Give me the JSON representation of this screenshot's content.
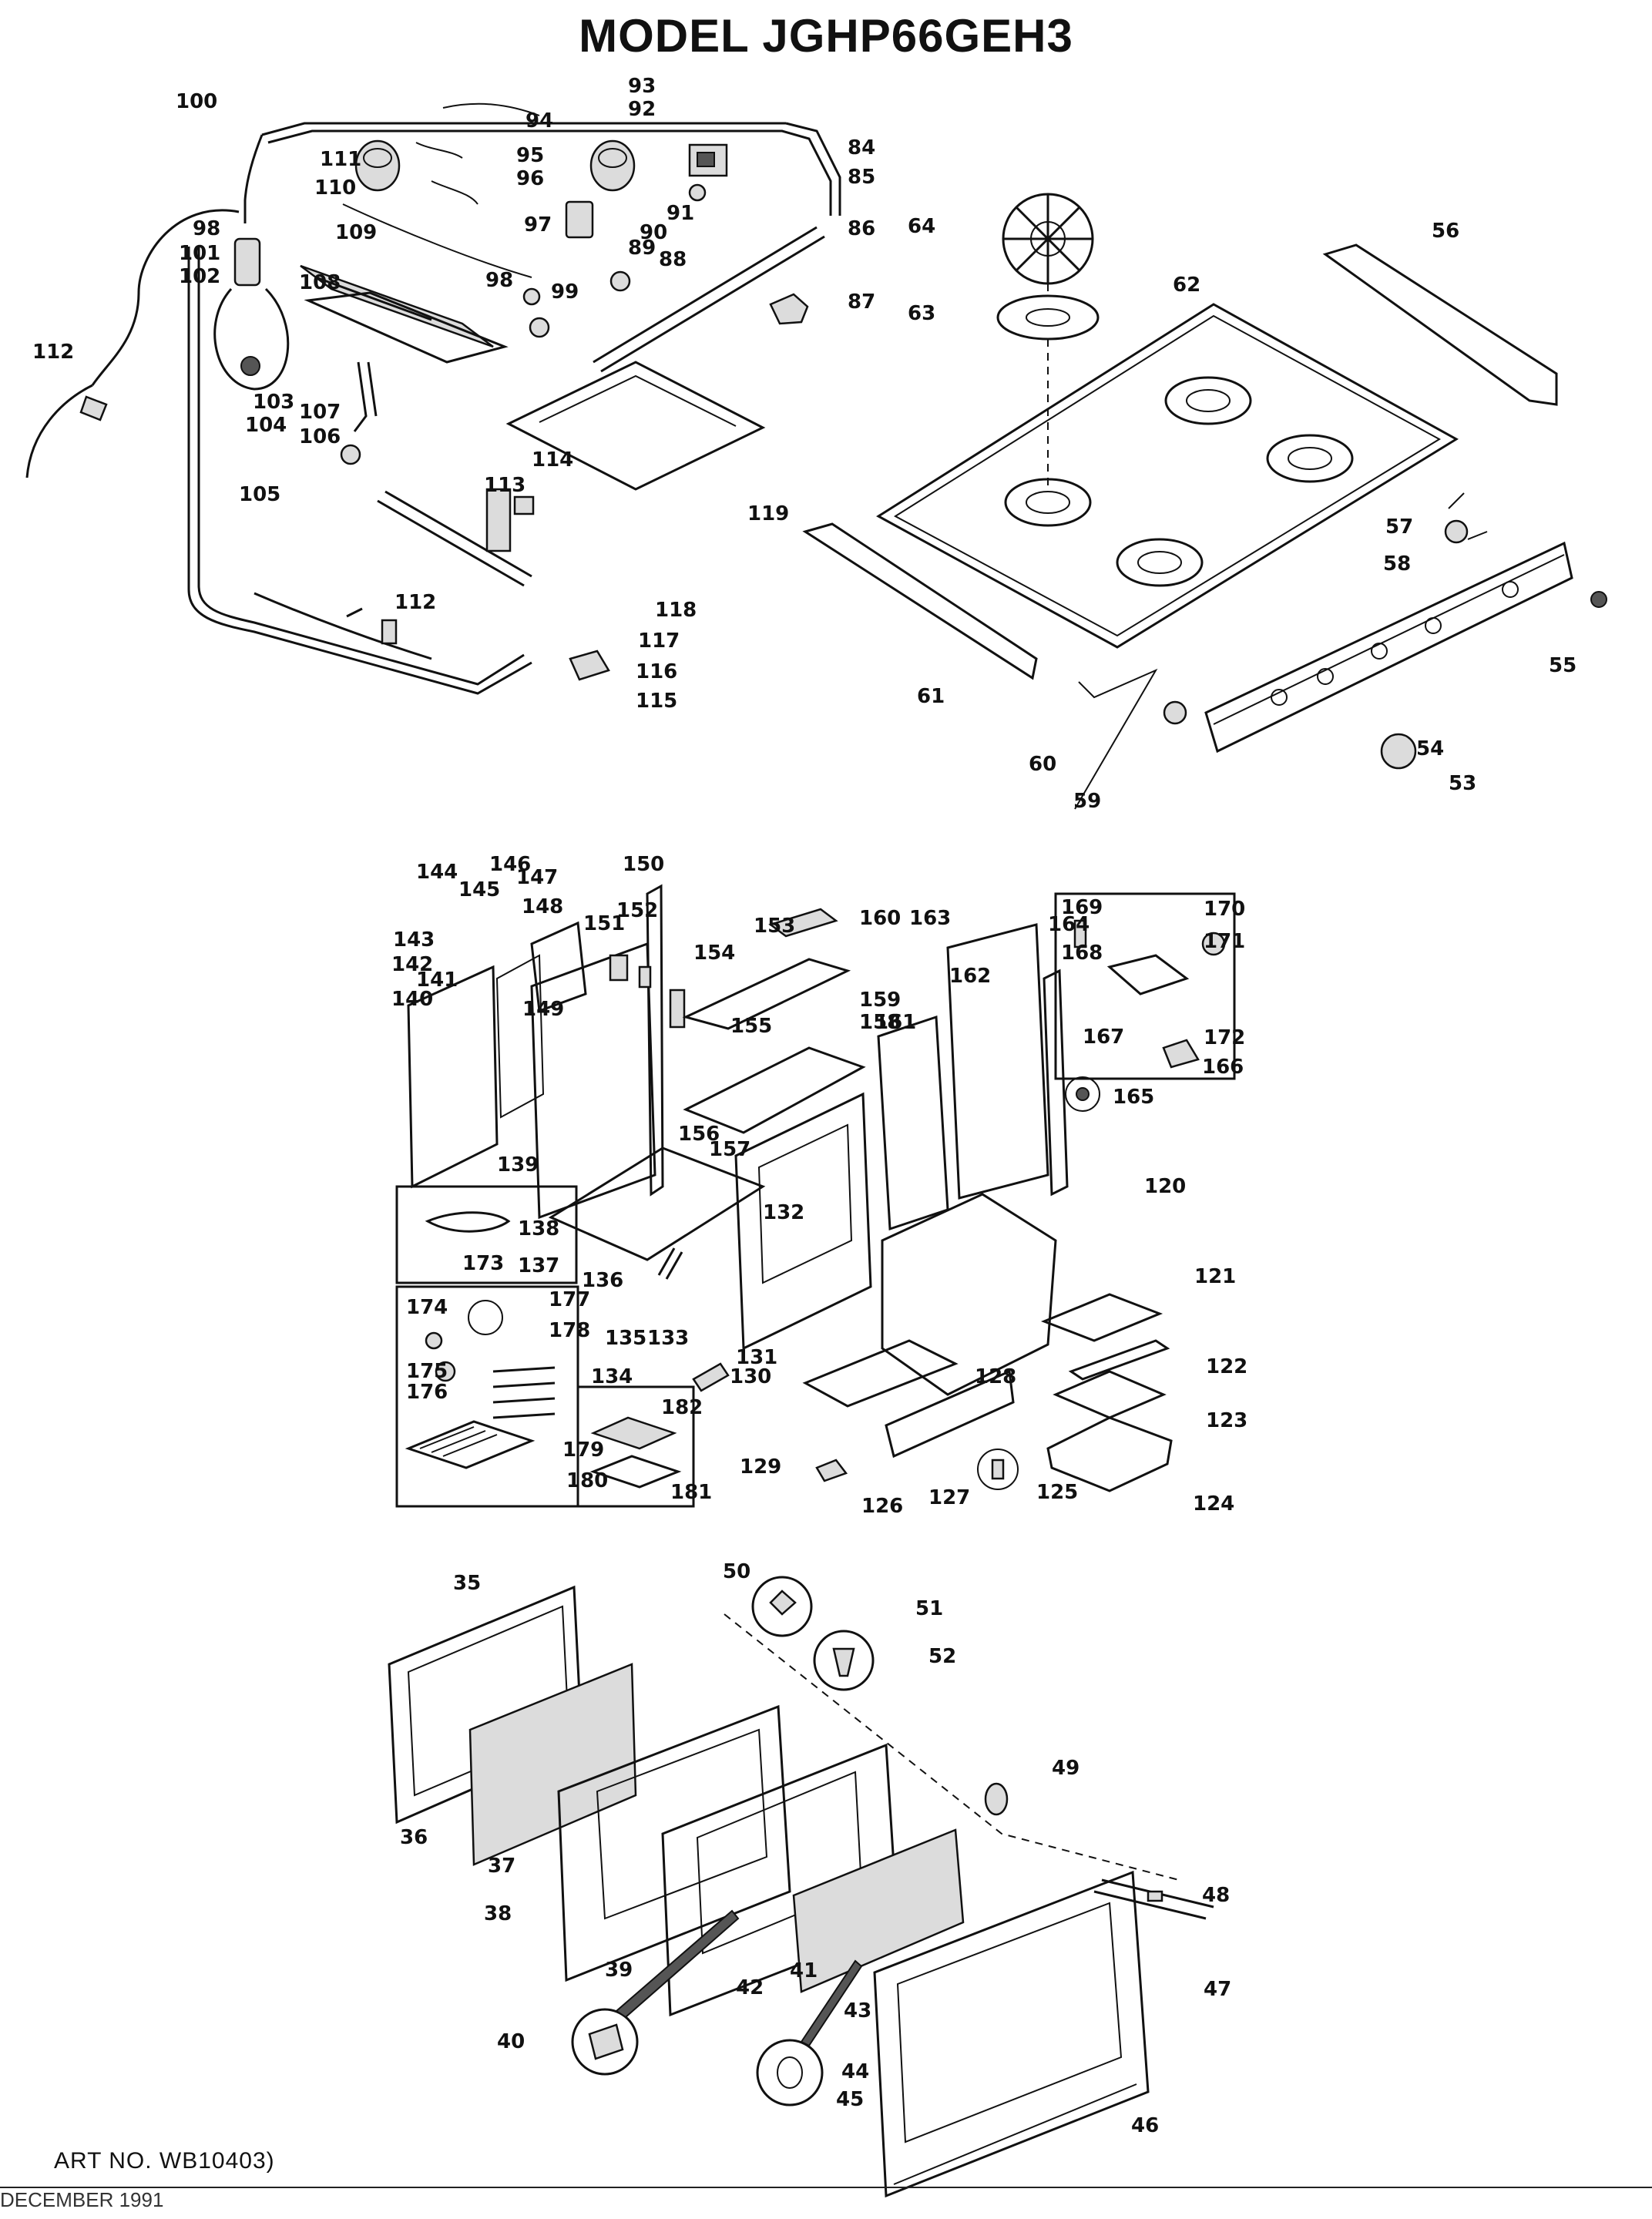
{
  "title": "MODEL JGHP66GEH3",
  "art_number": "ART NO. WB10403)",
  "footer_text": "DECEMBER 1991",
  "callouts": [
    {
      "id": "c100",
      "label": "100"
    },
    {
      "id": "c93",
      "label": "93"
    },
    {
      "id": "c92",
      "label": "92"
    },
    {
      "id": "c94",
      "label": "94"
    },
    {
      "id": "c84",
      "label": "84"
    },
    {
      "id": "c85",
      "label": "85"
    },
    {
      "id": "c95",
      "label": "95"
    },
    {
      "id": "c96",
      "label": "96"
    },
    {
      "id": "c111",
      "label": "111"
    },
    {
      "id": "c110",
      "label": "110"
    },
    {
      "id": "c97",
      "label": "97"
    },
    {
      "id": "c91",
      "label": "91"
    },
    {
      "id": "c90",
      "label": "90"
    },
    {
      "id": "c86",
      "label": "86"
    },
    {
      "id": "c98a",
      "label": "98"
    },
    {
      "id": "c109",
      "label": "109"
    },
    {
      "id": "c89",
      "label": "89"
    },
    {
      "id": "c88",
      "label": "88"
    },
    {
      "id": "c101",
      "label": "101"
    },
    {
      "id": "c102",
      "label": "102"
    },
    {
      "id": "c108",
      "label": "108"
    },
    {
      "id": "c98b",
      "label": "98"
    },
    {
      "id": "c99",
      "label": "99"
    },
    {
      "id": "c87",
      "label": "87"
    },
    {
      "id": "c112a",
      "label": "112"
    },
    {
      "id": "c103",
      "label": "103"
    },
    {
      "id": "c104",
      "label": "104"
    },
    {
      "id": "c107",
      "label": "107"
    },
    {
      "id": "c106",
      "label": "106"
    },
    {
      "id": "c105",
      "label": "105"
    },
    {
      "id": "c114",
      "label": "114"
    },
    {
      "id": "c113",
      "label": "113"
    },
    {
      "id": "c119",
      "label": "119"
    },
    {
      "id": "c112b",
      "label": "112"
    },
    {
      "id": "c118",
      "label": "118"
    },
    {
      "id": "c117",
      "label": "117"
    },
    {
      "id": "c116",
      "label": "116"
    },
    {
      "id": "c115",
      "label": "115"
    },
    {
      "id": "c64",
      "label": "64"
    },
    {
      "id": "c56",
      "label": "56"
    },
    {
      "id": "c63",
      "label": "63"
    },
    {
      "id": "c62",
      "label": "62"
    },
    {
      "id": "c57",
      "label": "57"
    },
    {
      "id": "c58",
      "label": "58"
    },
    {
      "id": "c55",
      "label": "55"
    },
    {
      "id": "c61",
      "label": "61"
    },
    {
      "id": "c54",
      "label": "54"
    },
    {
      "id": "c60",
      "label": "60"
    },
    {
      "id": "c59",
      "label": "59"
    },
    {
      "id": "c53",
      "label": "53"
    },
    {
      "id": "c144",
      "label": "144"
    },
    {
      "id": "c146",
      "label": "146"
    },
    {
      "id": "c145",
      "label": "145"
    },
    {
      "id": "c147",
      "label": "147"
    },
    {
      "id": "c150",
      "label": "150"
    },
    {
      "id": "c143",
      "label": "143"
    },
    {
      "id": "c148",
      "label": "148"
    },
    {
      "id": "c142",
      "label": "142"
    },
    {
      "id": "c151",
      "label": "151"
    },
    {
      "id": "c152",
      "label": "152"
    },
    {
      "id": "c153",
      "label": "153"
    },
    {
      "id": "c160",
      "label": "160"
    },
    {
      "id": "c163",
      "label": "163"
    },
    {
      "id": "c164",
      "label": "164"
    },
    {
      "id": "c169",
      "label": "169"
    },
    {
      "id": "c170",
      "label": "170"
    },
    {
      "id": "c141",
      "label": "141"
    },
    {
      "id": "c154",
      "label": "154"
    },
    {
      "id": "c162",
      "label": "162"
    },
    {
      "id": "c171",
      "label": "171"
    },
    {
      "id": "c168",
      "label": "168"
    },
    {
      "id": "c140",
      "label": "140"
    },
    {
      "id": "c149",
      "label": "149"
    },
    {
      "id": "c155",
      "label": "155"
    },
    {
      "id": "c159",
      "label": "159"
    },
    {
      "id": "c158",
      "label": "158"
    },
    {
      "id": "c161",
      "label": "161"
    },
    {
      "id": "c167",
      "label": "167"
    },
    {
      "id": "c172",
      "label": "172"
    },
    {
      "id": "c166",
      "label": "166"
    },
    {
      "id": "c165",
      "label": "165"
    },
    {
      "id": "c156",
      "label": "156"
    },
    {
      "id": "c139",
      "label": "139"
    },
    {
      "id": "c157",
      "label": "157"
    },
    {
      "id": "c120",
      "label": "120"
    },
    {
      "id": "c132",
      "label": "132"
    },
    {
      "id": "c138",
      "label": "138"
    },
    {
      "id": "c173",
      "label": "173"
    },
    {
      "id": "c137",
      "label": "137"
    },
    {
      "id": "c136",
      "label": "136"
    },
    {
      "id": "c121",
      "label": "121"
    },
    {
      "id": "c174",
      "label": "174"
    },
    {
      "id": "c177",
      "label": "177"
    },
    {
      "id": "c135",
      "label": "135"
    },
    {
      "id": "c133",
      "label": "133"
    },
    {
      "id": "c178",
      "label": "178"
    },
    {
      "id": "c131",
      "label": "131"
    },
    {
      "id": "c122",
      "label": "122"
    },
    {
      "id": "c175",
      "label": "175"
    },
    {
      "id": "c134",
      "label": "134"
    },
    {
      "id": "c130",
      "label": "130"
    },
    {
      "id": "c128",
      "label": "128"
    },
    {
      "id": "c176",
      "label": "176"
    },
    {
      "id": "c182",
      "label": "182"
    },
    {
      "id": "c123",
      "label": "123"
    },
    {
      "id": "c179",
      "label": "179"
    },
    {
      "id": "c129",
      "label": "129"
    },
    {
      "id": "c180",
      "label": "180"
    },
    {
      "id": "c181",
      "label": "181"
    },
    {
      "id": "c126",
      "label": "126"
    },
    {
      "id": "c127",
      "label": "127"
    },
    {
      "id": "c125",
      "label": "125"
    },
    {
      "id": "c124",
      "label": "124"
    },
    {
      "id": "c50",
      "label": "50"
    },
    {
      "id": "c35",
      "label": "35"
    },
    {
      "id": "c51",
      "label": "51"
    },
    {
      "id": "c52",
      "label": "52"
    },
    {
      "id": "c49",
      "label": "49"
    },
    {
      "id": "c36",
      "label": "36"
    },
    {
      "id": "c37",
      "label": "37"
    },
    {
      "id": "c48",
      "label": "48"
    },
    {
      "id": "c38",
      "label": "38"
    },
    {
      "id": "c47",
      "label": "47"
    },
    {
      "id": "c39",
      "label": "39"
    },
    {
      "id": "c42",
      "label": "42"
    },
    {
      "id": "c41",
      "label": "41"
    },
    {
      "id": "c43",
      "label": "43"
    },
    {
      "id": "c40",
      "label": "40"
    },
    {
      "id": "c44",
      "label": "44"
    },
    {
      "id": "c45",
      "label": "45"
    },
    {
      "id": "c46",
      "label": "46"
    }
  ]
}
